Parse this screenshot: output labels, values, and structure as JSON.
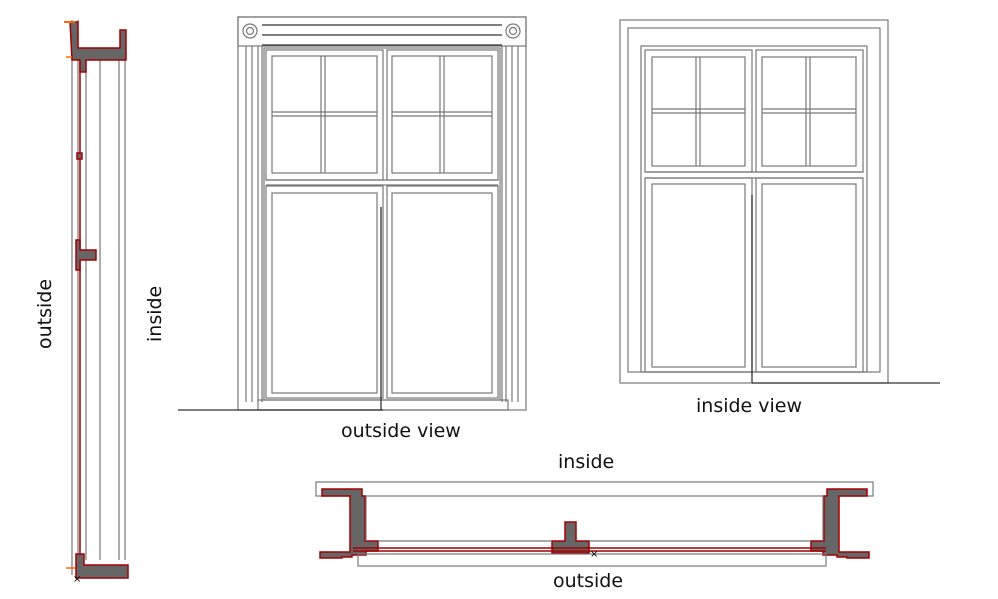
{
  "labels": {
    "outside_view": "outside view",
    "inside_view": "inside view",
    "plan_inside": "inside",
    "plan_outside": "outside",
    "section_outside": "outside",
    "section_inside": "inside"
  },
  "colors": {
    "line": "#777777",
    "profile_fill": "#666666",
    "profile_outline": "#a00000",
    "marker": "#ff6600"
  }
}
